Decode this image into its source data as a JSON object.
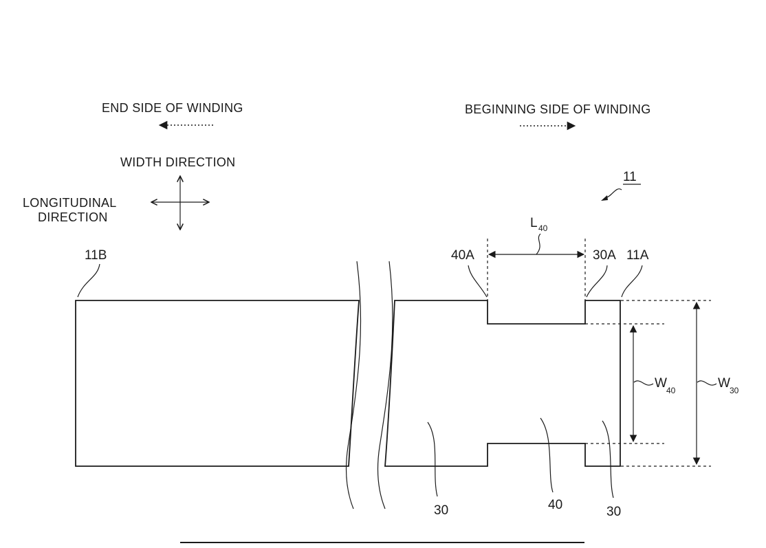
{
  "directions": {
    "end_side": "END SIDE OF WINDING",
    "beginning_side": "BEGINNING SIDE OF WINDING",
    "width_direction": "WIDTH DIRECTION",
    "longitudinal_line1": "LONGITUDINAL",
    "longitudinal_line2": "DIRECTION"
  },
  "labels": {
    "electrode_ref": "11",
    "end_11b": "11B",
    "notch_40a": "40A",
    "edge_30a": "30A",
    "end_11a": "11A",
    "length_main": "L",
    "length_sub": "40",
    "width40_main": "W",
    "width40_sub": "40",
    "width30_main": "W",
    "width30_sub": "30",
    "region_30_left": "30",
    "region_40": "40",
    "region_30_right": "30"
  },
  "colors": {
    "ink": "#1a1a1a",
    "hatch_dot": "#6b6b6b",
    "fill_bg": "#e9e9e9"
  }
}
